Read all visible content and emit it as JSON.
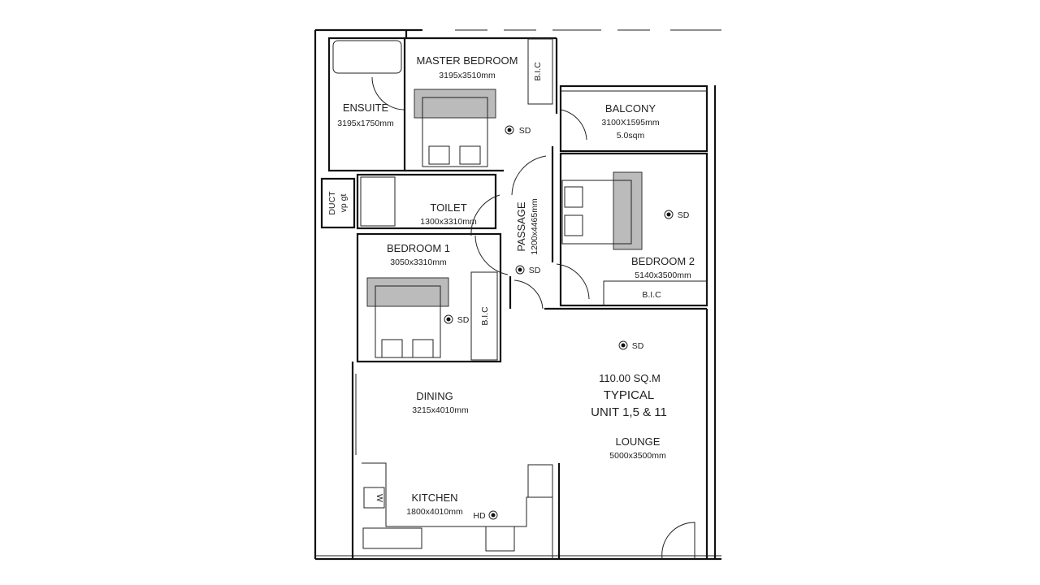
{
  "plan": {
    "rooms": {
      "master_bedroom": {
        "name": "MASTER BEDROOM",
        "size": "3195x3510mm"
      },
      "ensuite": {
        "name": "ENSUITE",
        "size": "3195x1750mm"
      },
      "balcony": {
        "name": "BALCONY",
        "size": "3100X1595mm",
        "area": "5.0sqm"
      },
      "toilet": {
        "name": "TOILET",
        "size": "1300x3310mm"
      },
      "passage": {
        "name": "PASSAGE",
        "size": "1200x4465mm"
      },
      "bedroom1": {
        "name": "BEDROOM 1",
        "size": "3050x3310mm"
      },
      "bedroom2": {
        "name": "BEDROOM 2",
        "size": "5140x3500mm"
      },
      "dining": {
        "name": "DINING",
        "size": "3215x4010mm"
      },
      "lounge": {
        "name": "LOUNGE",
        "size": "5000x3500mm"
      },
      "kitchen": {
        "name": "KITCHEN",
        "size": "1800x4010mm"
      }
    },
    "bic_label": "B.I.C",
    "duct_label": "DUCT",
    "vp_label": "vp gt",
    "sd_label": "SD",
    "hd_label": "HD",
    "w_label": "W",
    "unit": {
      "area": "110.00 SQ.M",
      "title": "TYPICAL",
      "units": "UNIT 1,5 & 11"
    }
  }
}
